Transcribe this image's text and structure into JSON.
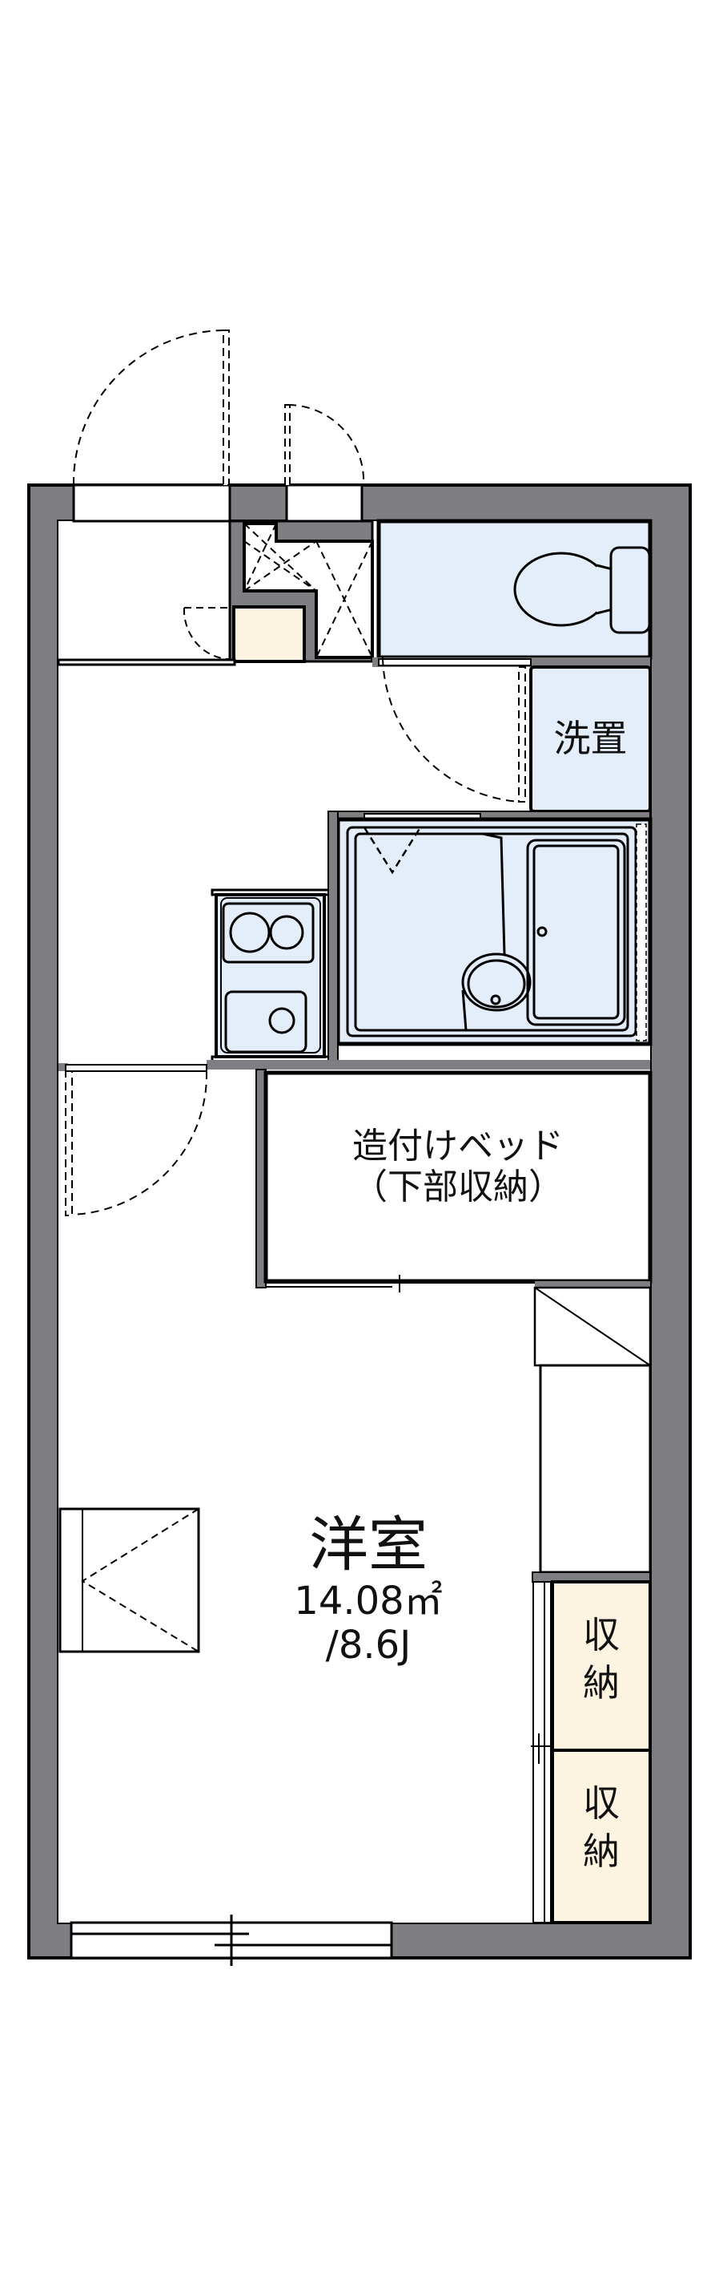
{
  "floorplan": {
    "colors": {
      "wall": "#7f7f83",
      "wet_area": "#e4eefb",
      "storage": "#fdf3e1",
      "line": "#000000",
      "floor": "#ffffff"
    },
    "rooms": {
      "western_room": {
        "name": "洋室",
        "area": "14.08㎡",
        "size": "/8.6J"
      },
      "built_in_bed": {
        "line1": "造付けベッド",
        "line2": "（下部収納）"
      },
      "washer_space": {
        "name": "洗置"
      },
      "storage_1": {
        "line1": "収",
        "line2": "納"
      },
      "storage_2": {
        "line1": "収",
        "line2": "納"
      }
    }
  }
}
